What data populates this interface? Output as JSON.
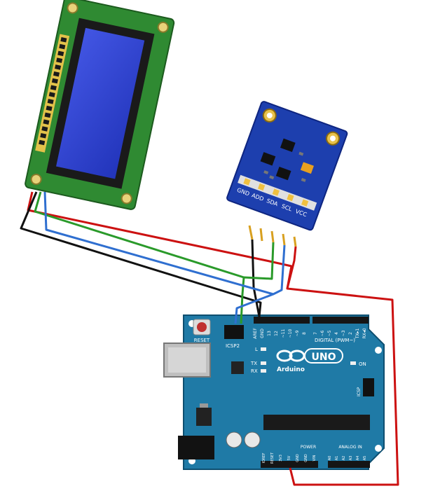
{
  "sensor": {
    "pins": [
      "GND",
      "ADD",
      "SDA",
      "SCL",
      "VCC"
    ]
  },
  "arduino": {
    "brand": "Arduino",
    "model": "UNO",
    "reset_label": "RESET",
    "icsp2_label": "ICSP2",
    "icsp_label": "ICSP",
    "digital_label": "DIGITAL (PWM~)",
    "analog_label": "ANALOG IN",
    "power_label": "POWER",
    "on_label": "ON",
    "l_label": "L",
    "tx_label": "TX",
    "rx_label": "RX",
    "top_header_pins": [
      "AREF",
      "GND",
      "13",
      "12",
      "~11",
      "~10",
      "~9",
      "8",
      "7",
      "~6",
      "~5",
      "4",
      "~3",
      "2",
      "TX▸1",
      "RX◂0"
    ],
    "power_pins": [
      "IOREF",
      "RESET",
      "3V3",
      "5V",
      "GND",
      "GND",
      "VIN"
    ],
    "analog_pins": [
      "A0",
      "A1",
      "A2",
      "A3",
      "A4",
      "A5"
    ]
  },
  "wire_colors": {
    "vcc": "#cc1111",
    "gnd": "#111111",
    "sda": "#2a9a2a",
    "scl": "#2f6fd0"
  },
  "board_colors": {
    "arduino": "#1f7aa6",
    "lcd_pcb": "#2f8a32",
    "lcd_screen": "#2a3fd6",
    "sensor_pcb": "#1d3fae"
  }
}
